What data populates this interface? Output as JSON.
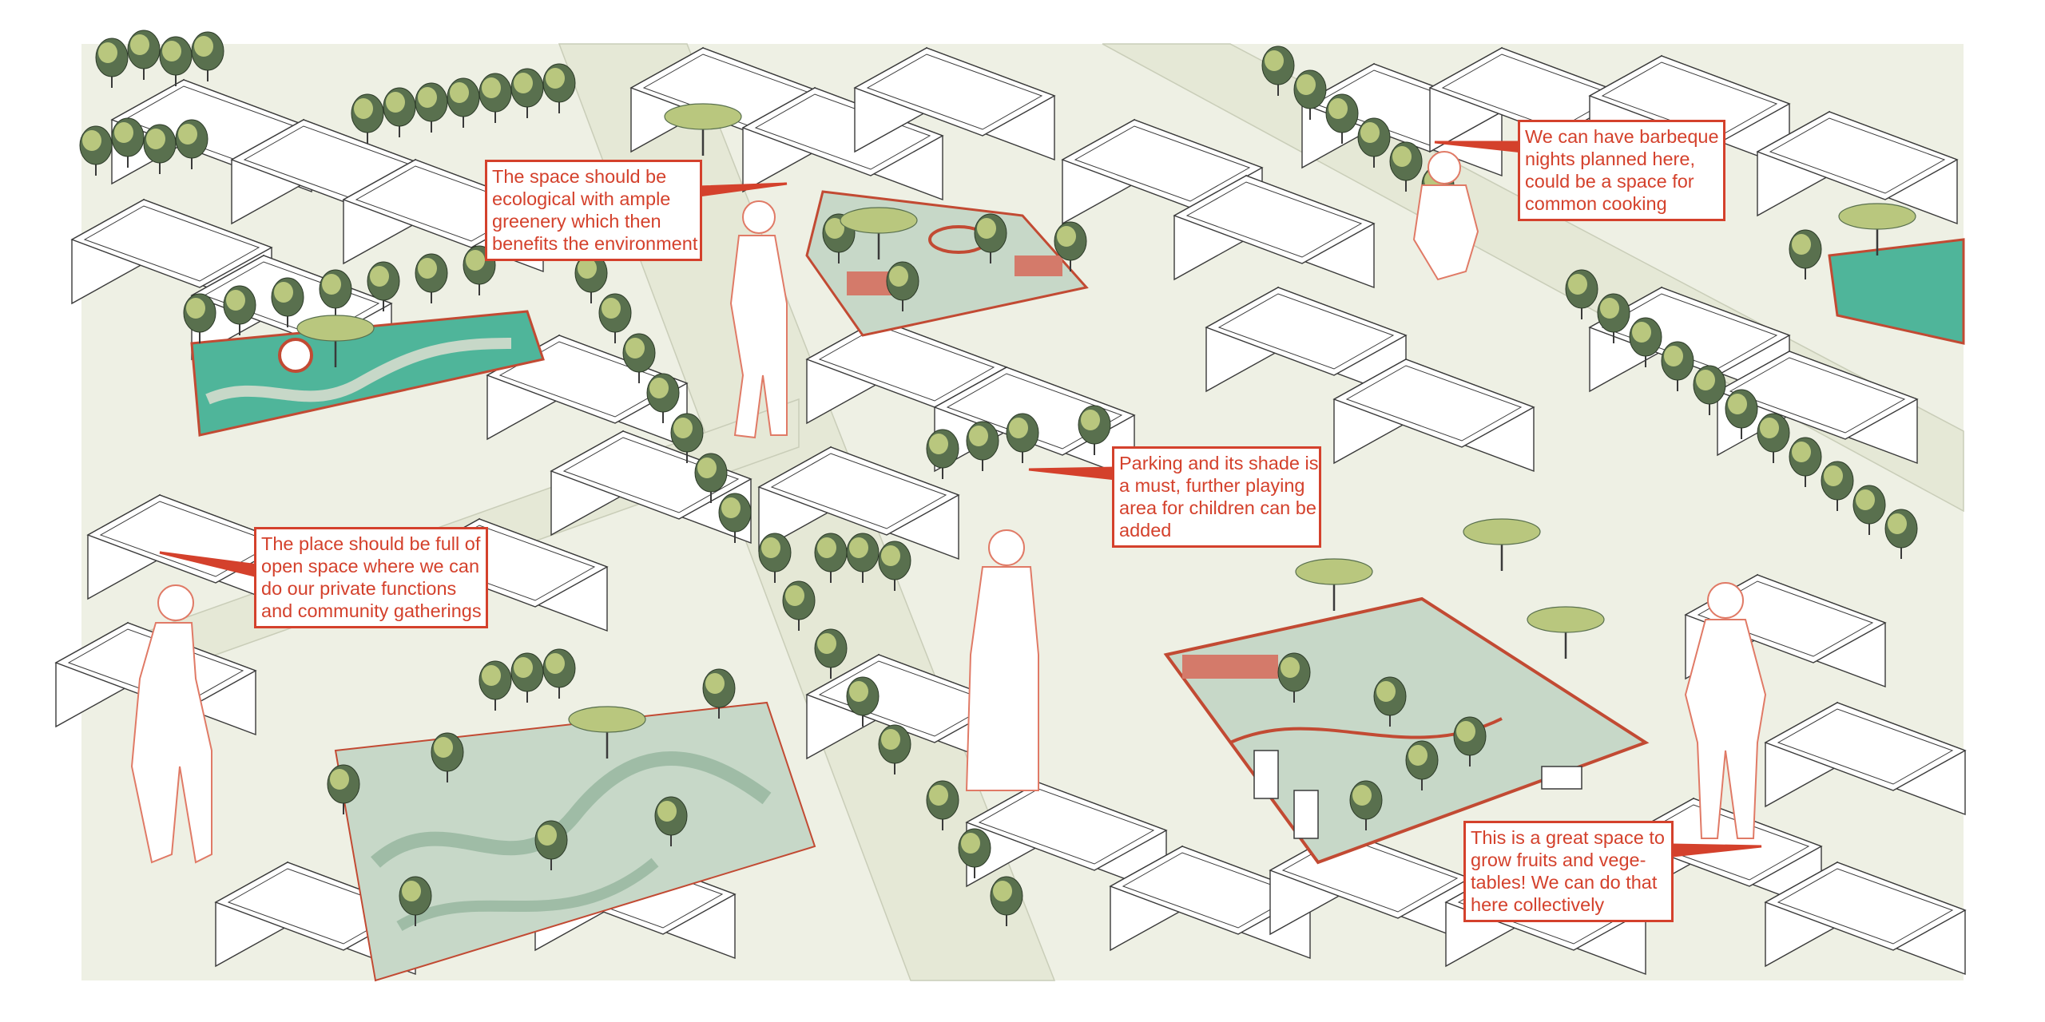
{
  "callouts": {
    "ecological": {
      "lines": [
        "The space should be",
        "ecological with ample",
        "greenery which then",
        "benefits the environment"
      ]
    },
    "barbeque": {
      "lines": [
        "We can have barbeque",
        "nights planned here,",
        "could be a space for",
        "common cooking"
      ]
    },
    "parking": {
      "lines": [
        "Parking and its shade is",
        "a must, further playing",
        "area for children can be",
        "added"
      ]
    },
    "open_space": {
      "lines": [
        "The place should be full of",
        "open space where we can",
        "do our private functions",
        "and community gatherings"
      ]
    },
    "grow_fruits": {
      "lines": [
        "This is a great space to",
        "grow fruits and vege-",
        "tables! We can do that",
        "here collectively"
      ]
    }
  },
  "colors": {
    "accent": "#d4412c",
    "ground": "#eef0e4",
    "road": "#e9ebdc",
    "teal": "#4fb59a",
    "park_green": "#c7d8c8",
    "tree_light": "#b9c77e",
    "tree_dark": "#59704e",
    "building_line": "#3a3a3a"
  }
}
